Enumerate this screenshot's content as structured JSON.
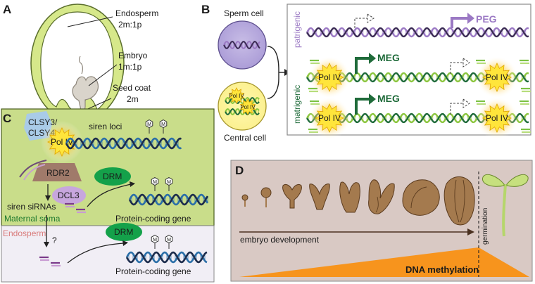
{
  "panel_a": {
    "label": "A",
    "endosperm": "Endosperm",
    "endosperm_ratio": "2m:1p",
    "embryo": "Embryo",
    "embryo_ratio": "1m:1p",
    "seed_coat": "Seed coat",
    "seed_coat_ratio": "2m"
  },
  "panel_b": {
    "label": "B",
    "sperm_cell": "Sperm cell",
    "central_cell": "Central cell",
    "pol_iv": "Pol IV",
    "patrigenic": "patrigenic",
    "matrigenic": "matrigenic",
    "peg": "PEG",
    "meg": "MEG"
  },
  "panel_c": {
    "label": "C",
    "clsy": "CLSY3/\nCLSY4",
    "clsy_line1": "CLSY3/",
    "clsy_line2": "CLSY4",
    "pol_iv": "Pol IV",
    "siren_loci": "siren loci",
    "rdr2": "RDR2",
    "dcl3": "DCL3",
    "drm": "DRM",
    "siren_sirnas": "siren siRNAs",
    "protein_coding_gene": "Protein-coding gene",
    "maternal_soma": "Maternal soma",
    "endosperm": "Endosperm",
    "question": "?",
    "methyl": "M"
  },
  "panel_d": {
    "label": "D",
    "embryo_development": "embryo development",
    "dna_methylation": "DNA methylation",
    "germination": "germination"
  },
  "colors": {
    "seed_green": "#d6e88a",
    "purple": "#9b79c4",
    "dark_purple": "#3b2b55",
    "green": "#1f6b3a",
    "light_green": "#8cc63f",
    "blue_dna": "#2b6fa8",
    "navy": "#1c2c4c",
    "pol_yellow": "#ffe53b",
    "orange": "#f7941d",
    "embryo_brown": "#a47a4e",
    "panel_c_bg": "#c9dd8a",
    "endosperm_bg": "#f1eef5",
    "panel_d_bg": "#d9c9c4",
    "drm_green": "#14a14a",
    "rdr2_brown": "#a07a6a",
    "dcl3_lilac": "#c7a6dd",
    "clsy_blue": "#a9cbe8"
  }
}
